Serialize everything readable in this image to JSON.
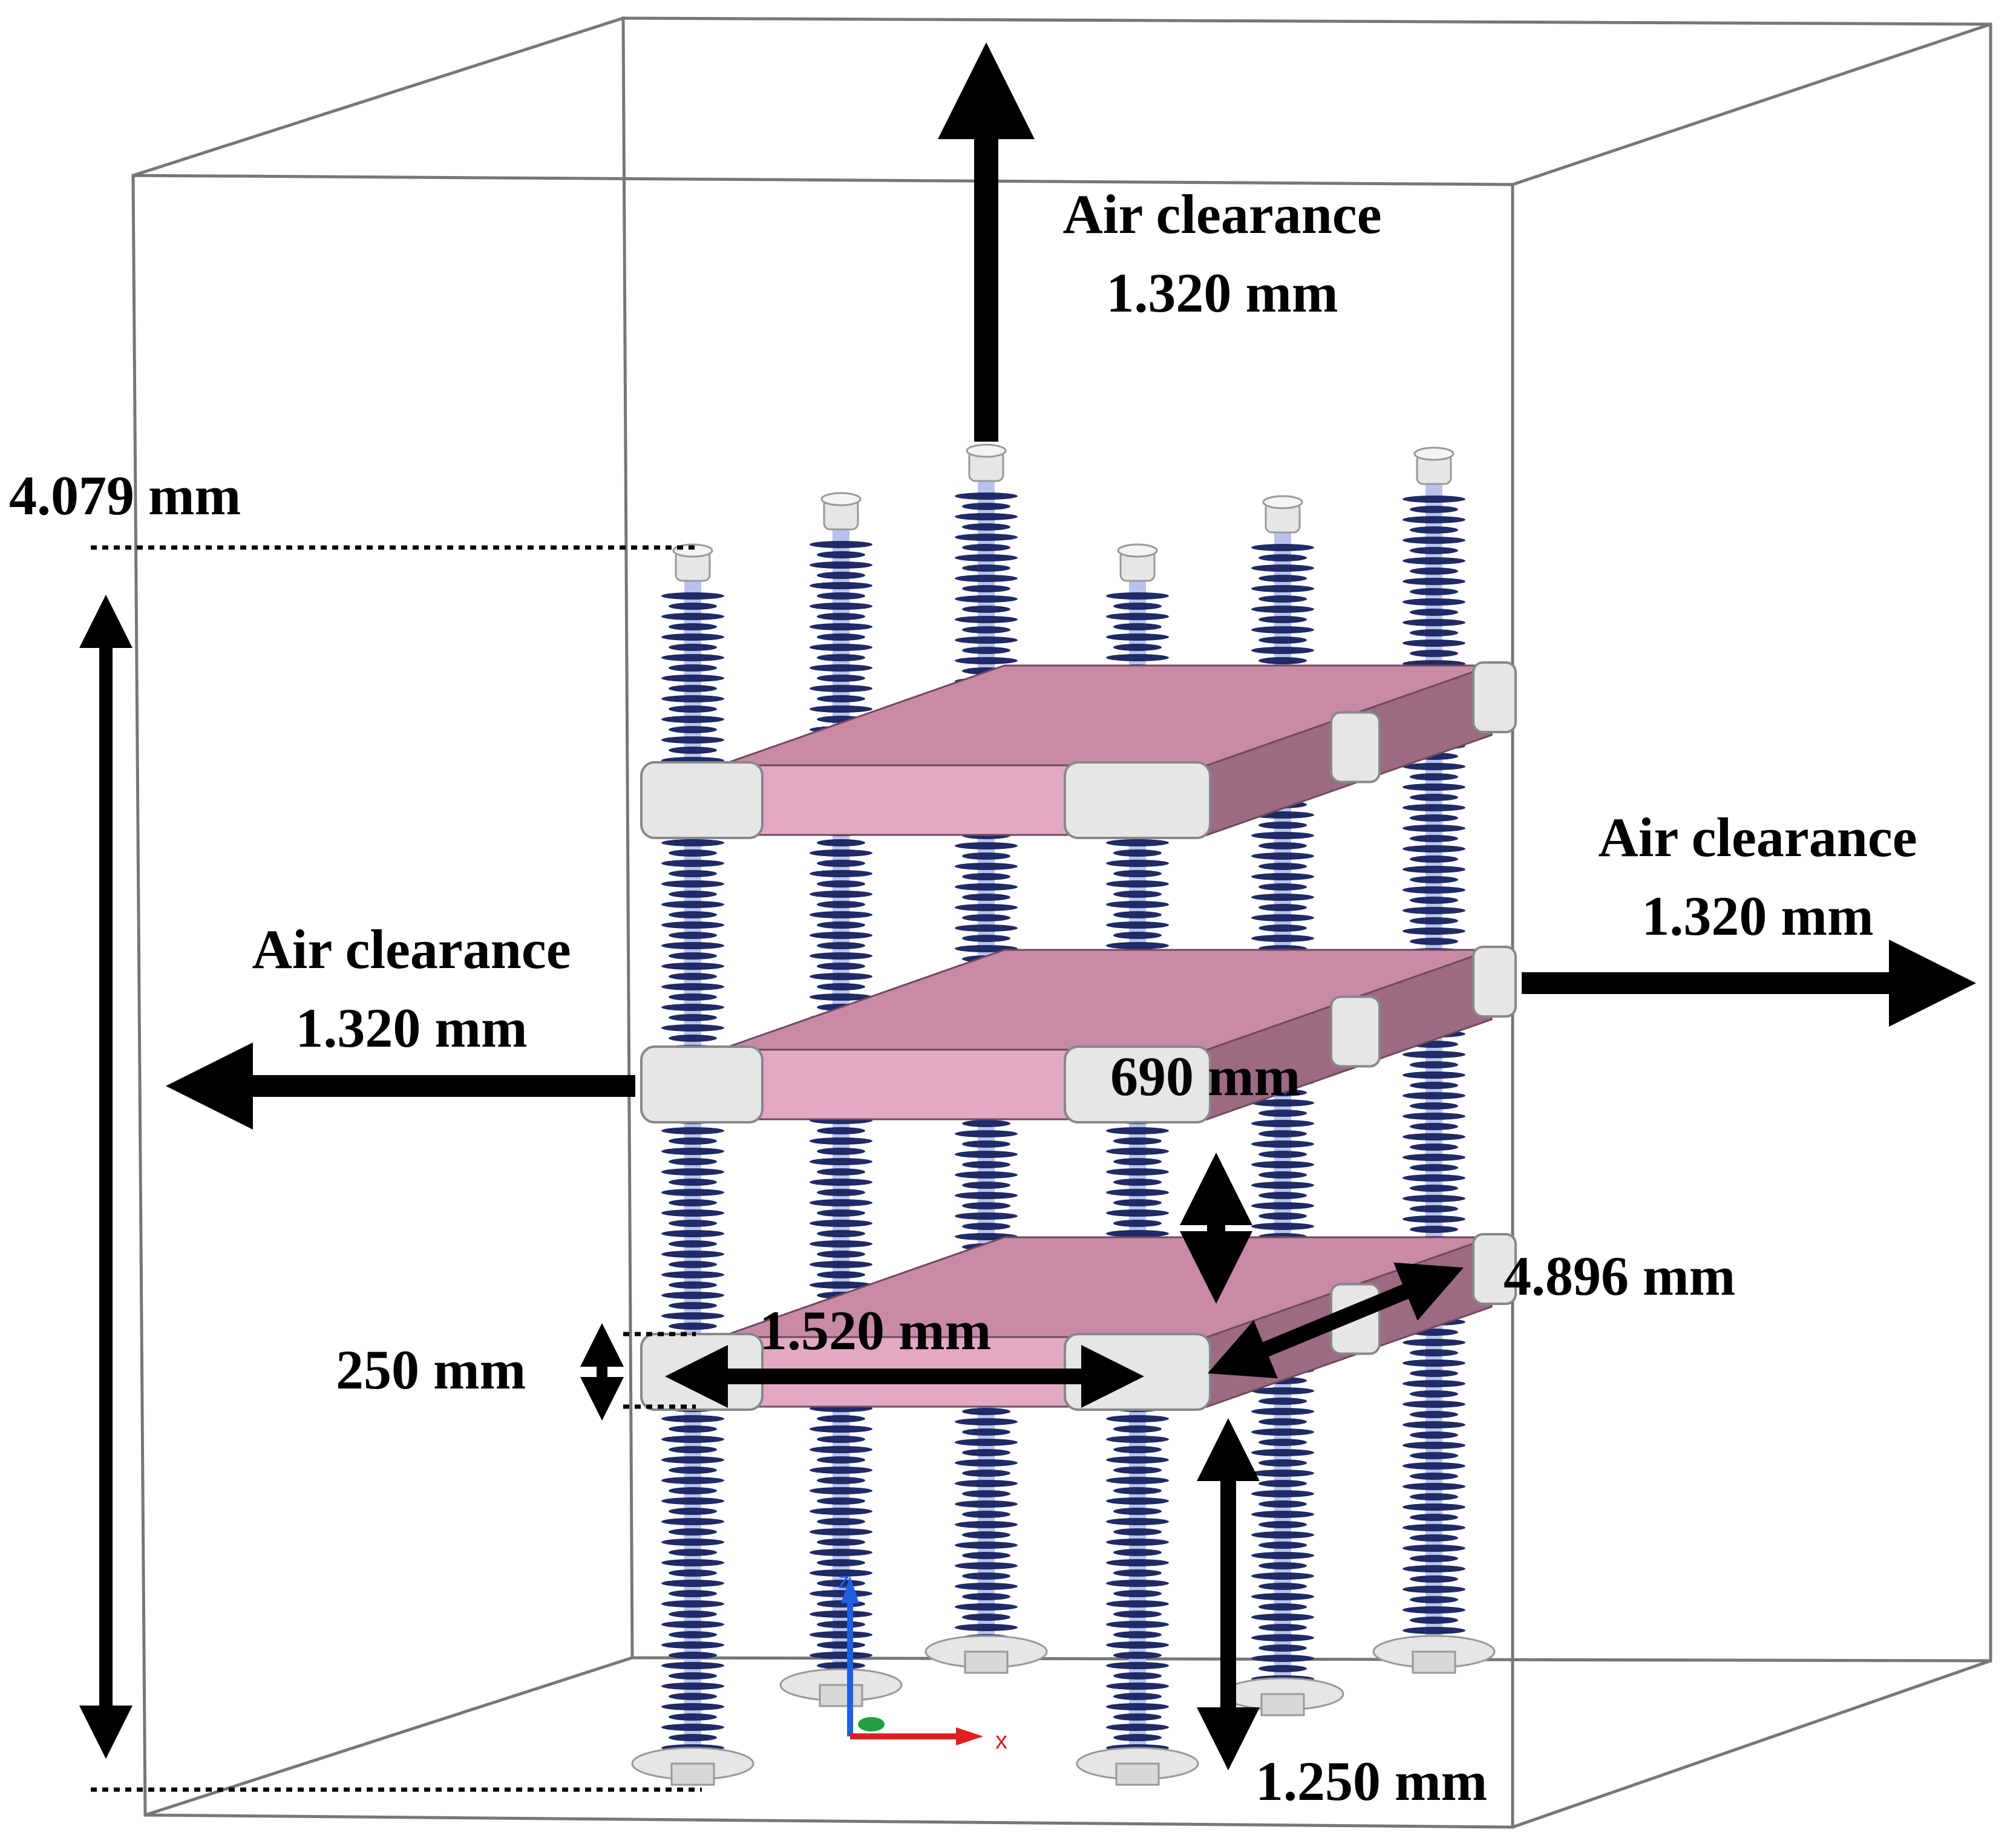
{
  "labels": {
    "air_top_line1": "Air clearance",
    "air_top_line2": "1.320 mm",
    "air_left_line1": "Air clearance",
    "air_left_line2": "1.320 mm",
    "air_right_line1": "Air clearance",
    "air_right_line2": "1.320 mm",
    "total_height": "4.079 mm",
    "platform_gap": "690 mm",
    "platform_depth": "4.896 mm",
    "platform_width": "1.520 mm",
    "platform_thickness": "250 mm",
    "base_height": "1.250 mm",
    "axis_x": "x",
    "axis_z": "z"
  },
  "colors": {
    "platform_top": "#c98aa6",
    "platform_front": "#e3a9c2",
    "platform_side": "#9c6b82",
    "insulator_shed": "#1f2a66",
    "insulator_core": "#b9c2ec",
    "fitting": "#e6e6e6",
    "arrow": "#000000",
    "box_line": "#777777",
    "axis_x": "#e02020",
    "axis_y": "#20a040",
    "axis_z": "#2060e0"
  },
  "icons": [
    "coordinate-axes-icon"
  ]
}
